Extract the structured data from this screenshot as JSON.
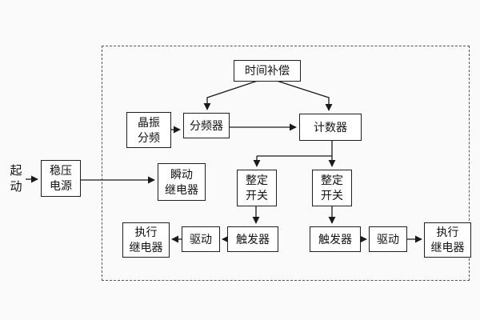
{
  "diagram": {
    "description": "relay-timer-block-diagram",
    "start_label": "起\n动",
    "nodes": {
      "power": {
        "label": "稳压\n电源"
      },
      "time_compensation": {
        "label": "时间补偿"
      },
      "crystal_divider": {
        "label": "晶振\n分频"
      },
      "frequency_divider": {
        "label": "分频器"
      },
      "counter": {
        "label": "计数器"
      },
      "instant_relay": {
        "label": "瞬动\n继电器"
      },
      "setting_switch_left": {
        "label": "整定\n开关"
      },
      "setting_switch_right": {
        "label": "整定\n开关"
      },
      "trigger_left": {
        "label": "触发器"
      },
      "trigger_right": {
        "label": "触发器"
      },
      "drive_left": {
        "label": "驱动"
      },
      "drive_right": {
        "label": "驱动"
      },
      "exec_relay_left": {
        "label": "执行\n继电器"
      },
      "exec_relay_right": {
        "label": "执行\n继电器"
      }
    },
    "colors": {
      "background": "#fafafa",
      "box_fill": "#ffffff",
      "box_border": "#1f1f1f",
      "line": "#1a1a1a",
      "frame_dash": "#555555"
    }
  }
}
